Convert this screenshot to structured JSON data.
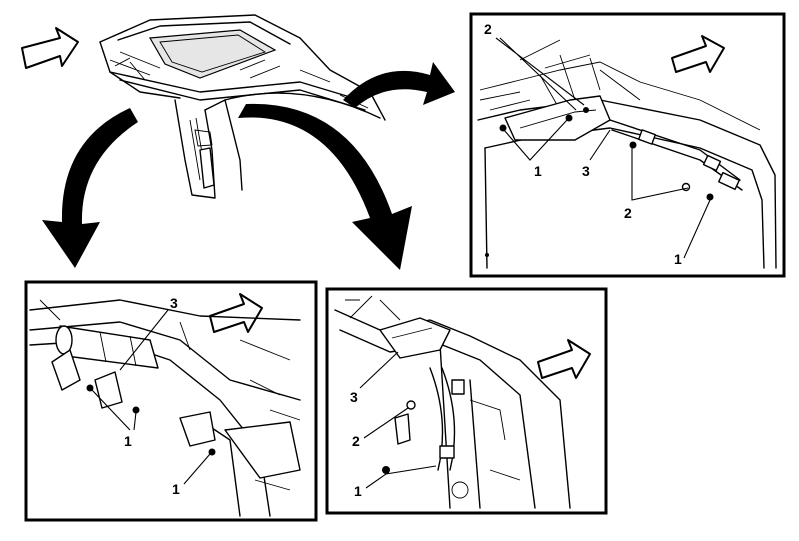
{
  "callouts": {
    "top_right": {
      "c1": "1",
      "c2a": "2",
      "c3": "3",
      "c2b": "2",
      "c1b": "1"
    },
    "bottom_left": {
      "c3": "3",
      "c1a": "1",
      "c1b": "1"
    },
    "bottom_middle": {
      "c3": "3",
      "c2": "2",
      "c1": "1"
    }
  },
  "colors": {
    "line": "#000000",
    "background": "#ffffff"
  }
}
